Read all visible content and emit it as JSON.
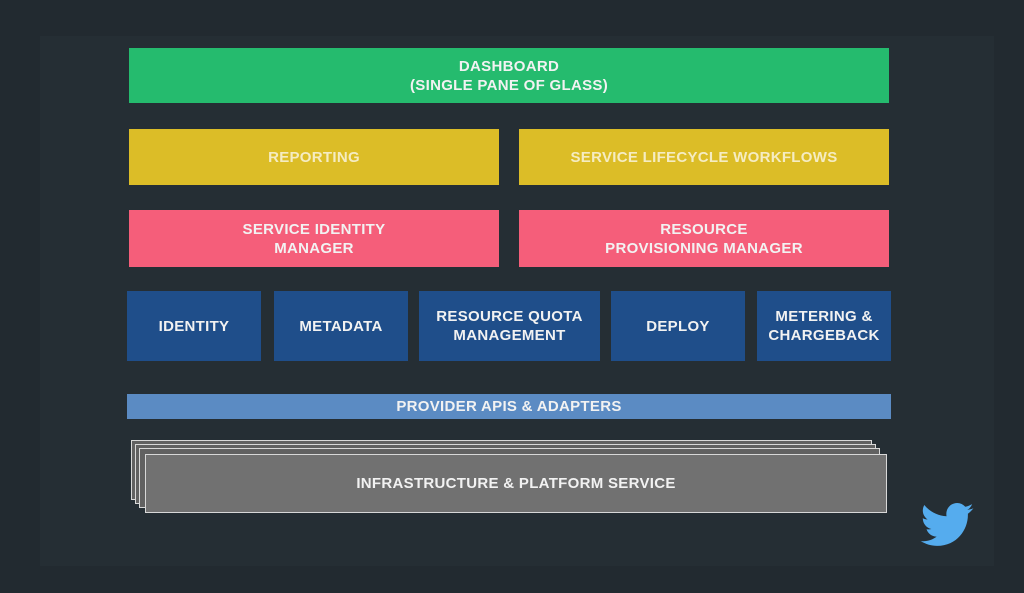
{
  "layers": {
    "dashboard": "DASHBOARD\n(SINGLE PANE OF GLASS)",
    "reporting": "REPORTING",
    "lifecycle": "SERVICE LIFECYCLE WORKFLOWS",
    "identity_manager": "SERVICE IDENTITY\nMANAGER",
    "provisioning_manager": "RESOURCE\nPROVISIONING MANAGER",
    "services": [
      "IDENTITY",
      "METADATA",
      "RESOURCE QUOTA\nMANAGEMENT",
      "DEPLOY",
      "METERING &\nCHARGEBACK"
    ],
    "provider_apis": "PROVIDER APIS & ADAPTERS",
    "infrastructure": "INFRASTRUCTURE & PLATFORM SERVICE"
  },
  "icons": {
    "logo": "twitter-bird-icon"
  },
  "colors": {
    "background": "#222a30",
    "green": "#25bb6e",
    "yellow": "#dcbd27",
    "pink": "#f55e7a",
    "blue": "#1f4e8a",
    "light_blue": "#5b8bc3",
    "gray": "#717171",
    "twitter_blue": "#55acee"
  }
}
